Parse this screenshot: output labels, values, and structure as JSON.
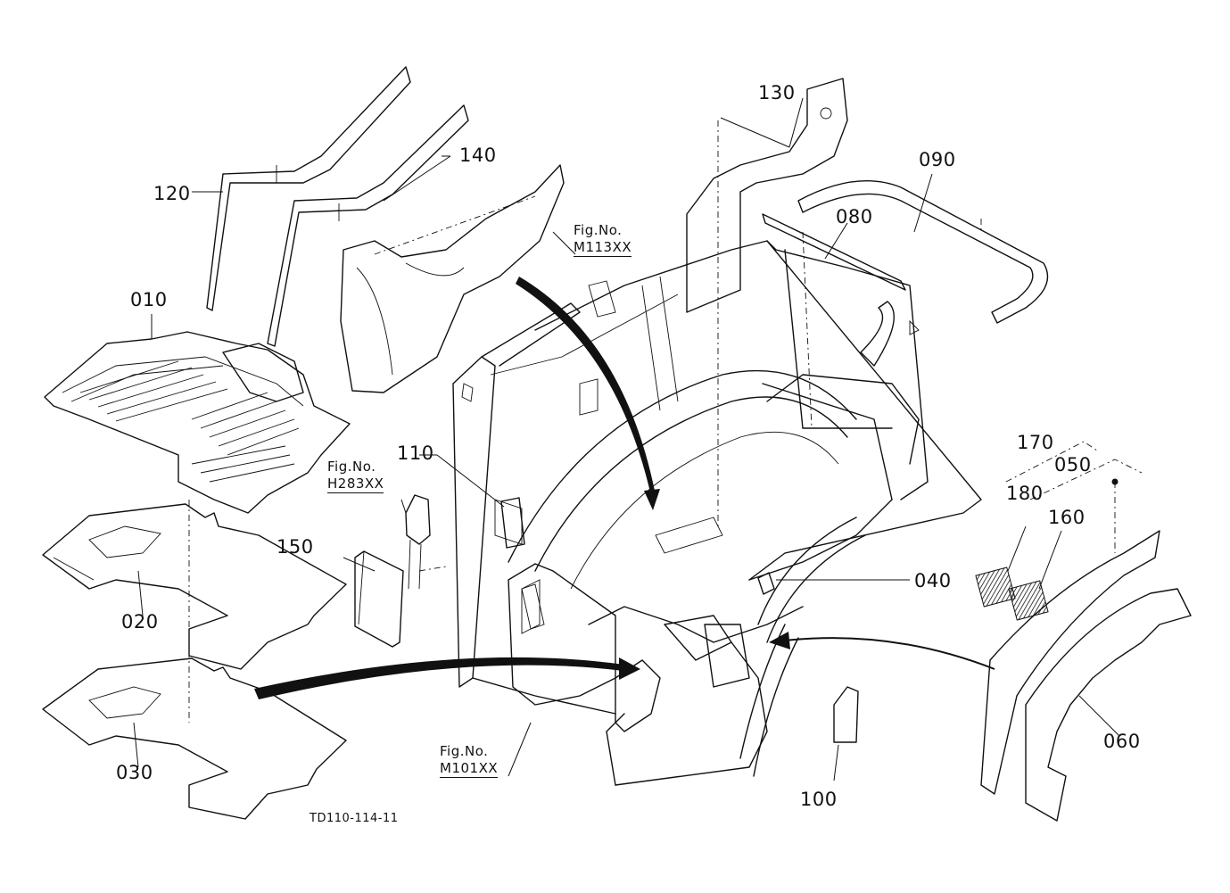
{
  "drawing_code": "TD110-114-11",
  "callouts": {
    "p010": "010",
    "p020": "020",
    "p030": "030",
    "p040": "040",
    "p050": "050",
    "p060": "060",
    "p080": "080",
    "p090": "090",
    "p100": "100",
    "p110": "110",
    "p120": "120",
    "p130": "130",
    "p140": "140",
    "p150": "150",
    "p160": "160",
    "p170": "170",
    "p180": "180"
  },
  "figure_refs": {
    "m113": {
      "label": "Fig.No.",
      "code": "M113XX"
    },
    "h283": {
      "label": "Fig.No.",
      "code": "H283XX"
    },
    "m101": {
      "label": "Fig.No.",
      "code": "M101XX"
    }
  }
}
